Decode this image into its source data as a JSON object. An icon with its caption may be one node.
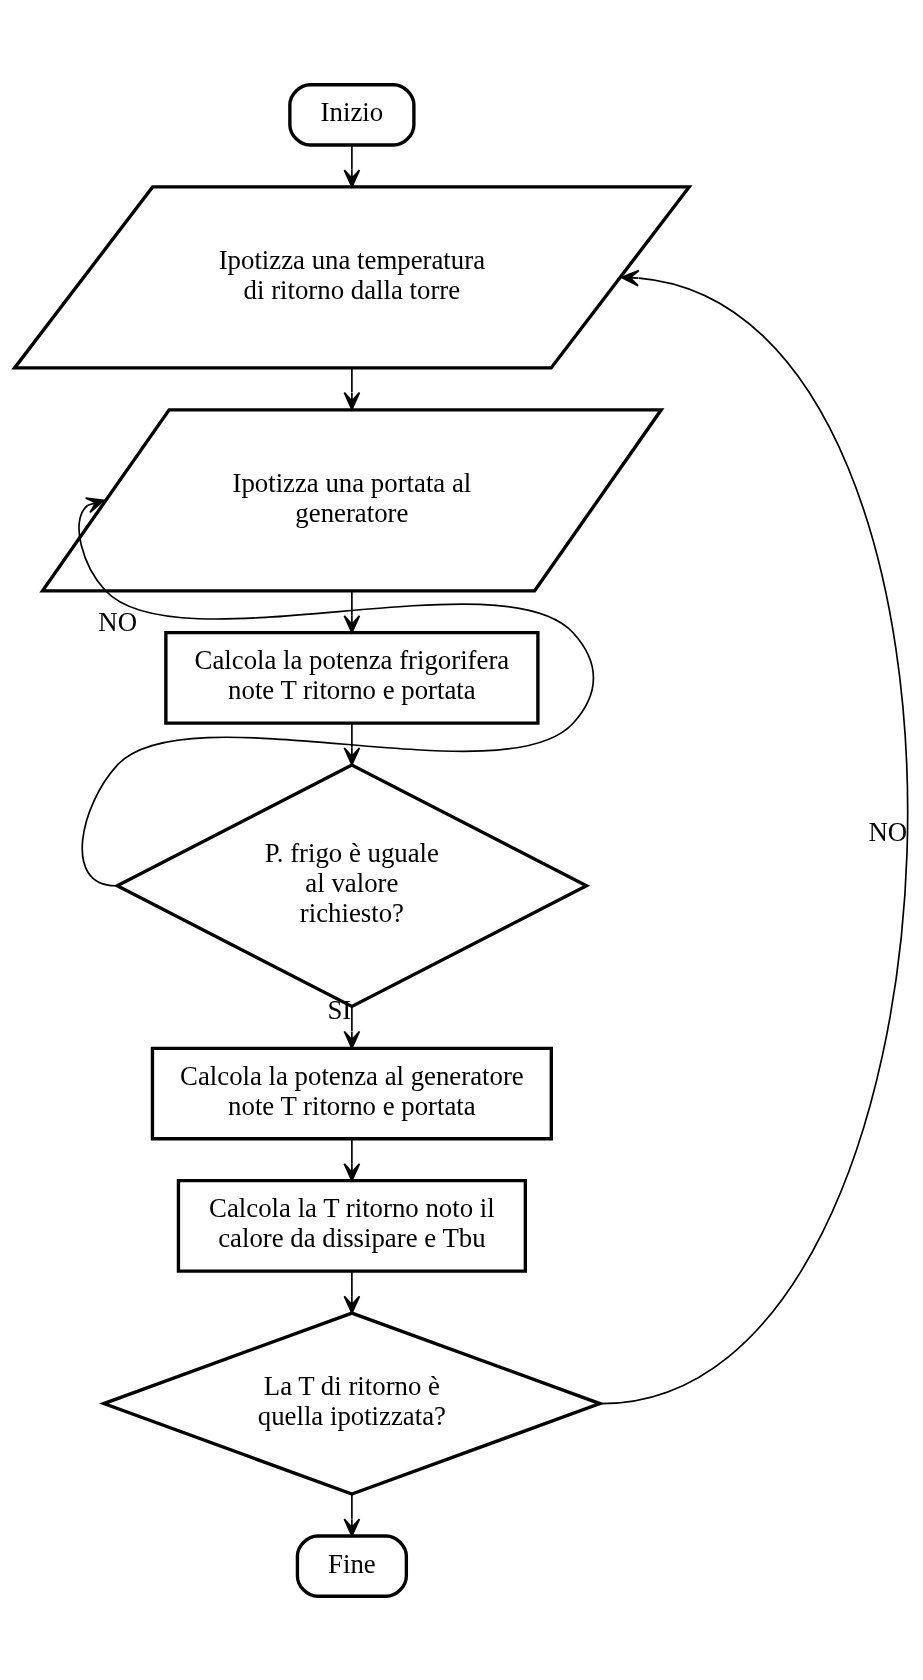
{
  "diagram": {
    "nodes": [
      {
        "text": [
          "Inizio"
        ]
      },
      {
        "text": [
          "Ipotizza una temperatura di ritorno dalla torre"
        ]
      },
      {
        "text": [
          "Ipotizza una portata al generatore"
        ]
      },
      {
        "text": [
          "Calcola la potenza frigorifera note T ritorno e portata"
        ]
      },
      {
        "text": [
          "P. frigo è uguale al valore richiesto?"
        ]
      },
      {
        "text": [
          "Calcola la potenza al generatore note T ritorno e portata"
        ]
      },
      {
        "text": [
          "Calcola la T ritorno noto il calore da dissipare e Tbu"
        ]
      },
      {
        "text": [
          "La T di ritorno è quella ipotizzata?"
        ]
      },
      {
        "text": [
          "Fine"
        ]
      }
    ],
    "edges": [
      {
        "from": 0,
        "to": 1,
        "arrow": "to"
      },
      {
        "from": 1,
        "to": 2,
        "arrow": "to"
      },
      {
        "from": 2,
        "to": 3,
        "arrow": "to"
      },
      {
        "from": 3,
        "to": 4,
        "arrow": "to"
      },
      {
        "from": 4,
        "to": 2,
        "arrow": "to",
        "label": "NO"
      },
      {
        "from": 4,
        "to": 5,
        "arrow": "to",
        "label": "SI"
      },
      {
        "from": 5,
        "to": 6,
        "arrow": "to"
      },
      {
        "from": 6,
        "to": 7,
        "arrow": "to"
      },
      {
        "from": 7,
        "to": 1,
        "arrow": "to",
        "label": "NO"
      },
      {
        "from": 7,
        "to": 8,
        "arrow": "to"
      }
    ]
  }
}
